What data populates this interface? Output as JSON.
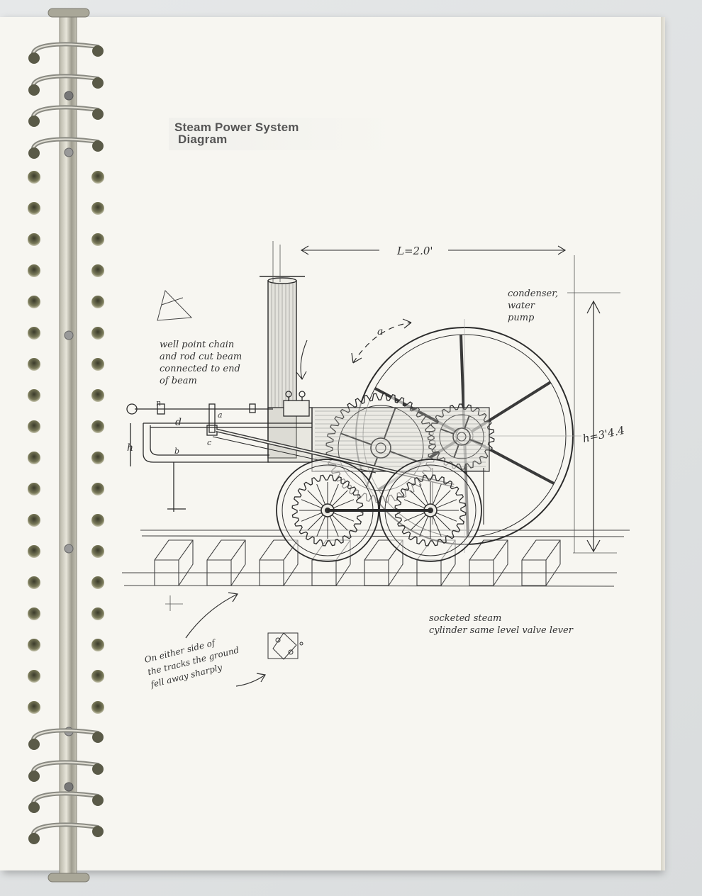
{
  "title": {
    "line1": "Steam Power System",
    "line2": "Diagram"
  },
  "dimensions": {
    "length": "L=2.0'",
    "height": "h=3'4.4",
    "ref_d": "d",
    "ref_h": "h",
    "ref_n": "n",
    "ref_a": "a",
    "ref_c": "c",
    "ref_b": "b",
    "ref_arc": "a"
  },
  "notes": {
    "condenser": [
      "condenser,",
      "water",
      "pump"
    ],
    "well_point": [
      "well point chain",
      "and rod cut beam",
      "connected to end",
      "of beam"
    ],
    "socketed": [
      "socketed steam",
      "cylinder  same level valve lever"
    ],
    "ground": [
      "On either side of",
      "the tracks the ground",
      "fell away sharply"
    ]
  },
  "colors": {
    "paper": "#f7f6f1",
    "ink": "#2b2b2b",
    "ring": "#8a8a82",
    "title": "#555555"
  }
}
